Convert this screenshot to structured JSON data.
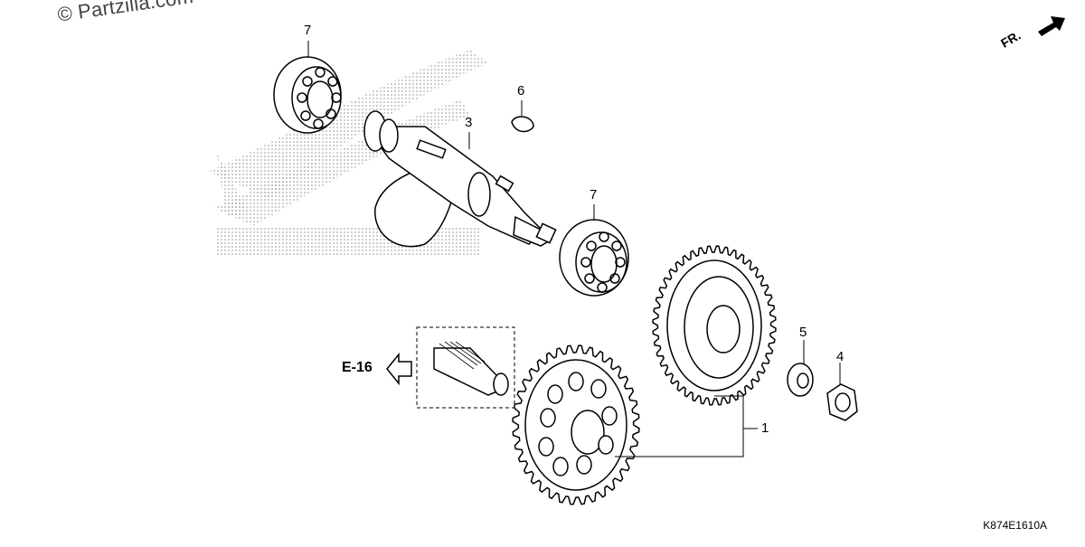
{
  "watermark": "© Partzilla.com",
  "front_indicator": "FR.",
  "reference_arrow": "E-16",
  "diagram_code": "K874E1610A",
  "callouts": [
    {
      "id": "callout-7-top",
      "text": "7"
    },
    {
      "id": "callout-6",
      "text": "6"
    },
    {
      "id": "callout-3",
      "text": "3"
    },
    {
      "id": "callout-7-right",
      "text": "7"
    },
    {
      "id": "callout-5",
      "text": "5"
    },
    {
      "id": "callout-4",
      "text": "4"
    },
    {
      "id": "callout-1",
      "text": "1"
    }
  ],
  "colors": {
    "ink": "#000000",
    "halftone": "#9a9a9a",
    "background": "#ffffff"
  }
}
